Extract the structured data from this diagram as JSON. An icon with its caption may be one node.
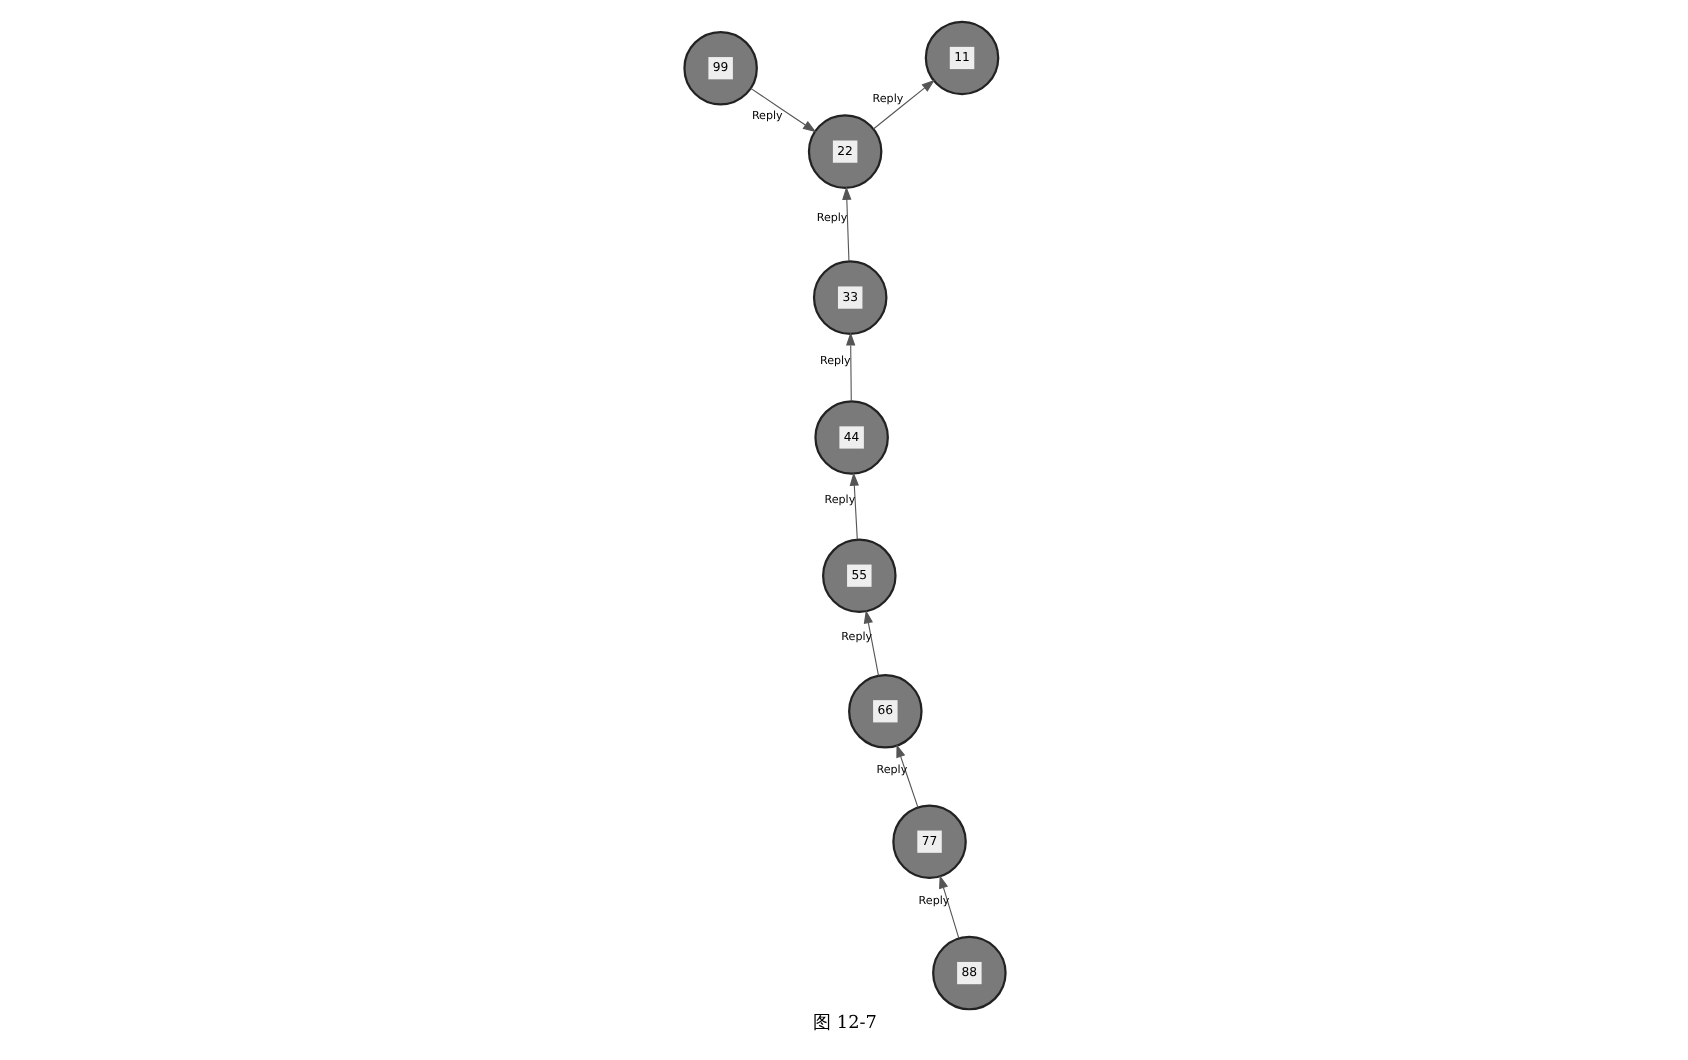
{
  "diagram": {
    "caption": "图 12-7",
    "nodes": [
      {
        "text": [
          "33"
        ]
      },
      {
        "text": [
          "11"
        ]
      },
      {
        "text": [
          "44"
        ]
      },
      {
        "text": [
          "22"
        ]
      },
      {
        "text": [
          "99"
        ]
      },
      {
        "text": [
          "66"
        ]
      },
      {
        "text": [
          "55"
        ]
      },
      {
        "text": [
          "77"
        ]
      },
      {
        "text": [
          "88"
        ]
      }
    ],
    "edges": [
      {
        "from": 2,
        "to": 0,
        "arrow": "to",
        "label": "Reply"
      },
      {
        "from": 0,
        "to": 3,
        "arrow": "to",
        "label": "Reply"
      },
      {
        "from": 3,
        "to": 1,
        "arrow": "to",
        "label": "Reply"
      },
      {
        "from": 4,
        "to": 3,
        "arrow": "to",
        "label": "Reply"
      },
      {
        "from": 6,
        "to": 2,
        "arrow": "to",
        "label": "Reply"
      },
      {
        "from": 5,
        "to": 6,
        "arrow": "to",
        "label": "Reply"
      },
      {
        "from": 7,
        "to": 5,
        "arrow": "to",
        "label": "Reply"
      },
      {
        "from": 8,
        "to": 7,
        "arrow": "to",
        "label": "Reply"
      }
    ]
  }
}
